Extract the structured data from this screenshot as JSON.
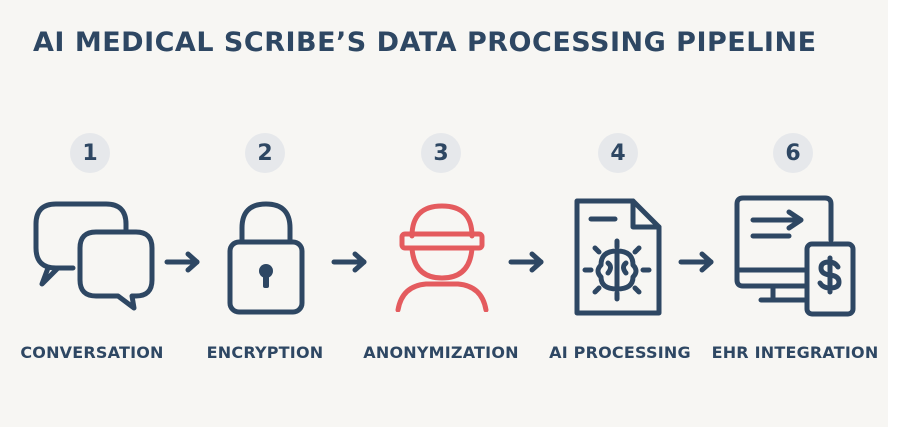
{
  "title": "AI MEDICAL SCRIBE’S DATA PROCESSING PIPELINE",
  "colors": {
    "primary": "#2e4763",
    "accent": "#e45b5e",
    "badge_bg": "#e6e8eb",
    "background": "#f7f6f3"
  },
  "steps": [
    {
      "number": "1",
      "label": "CONVERSATION",
      "icon": "speech-bubbles-icon"
    },
    {
      "number": "2",
      "label": "ENCRYPTION",
      "icon": "padlock-icon"
    },
    {
      "number": "3",
      "label": "ANONYMIZATION",
      "icon": "masked-person-icon"
    },
    {
      "number": "4",
      "label": "AI PROCESSING",
      "icon": "document-brain-icon"
    },
    {
      "number": "6",
      "label": "EHR INTEGRATION",
      "icon": "monitor-billing-icon"
    }
  ]
}
